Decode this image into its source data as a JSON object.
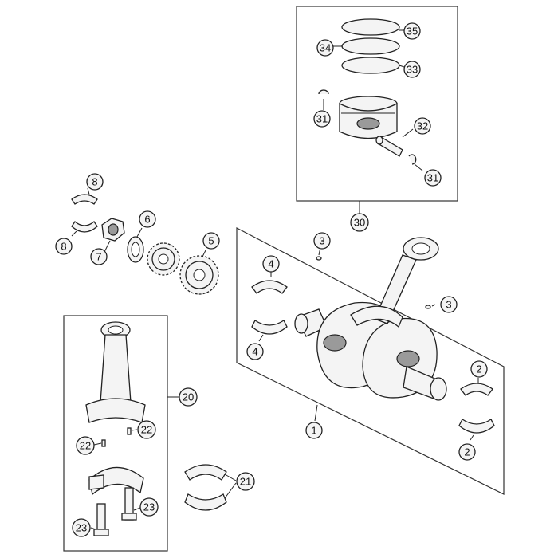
{
  "callouts": {
    "c1": "1",
    "c2a": "2",
    "c2b": "2",
    "c3a": "3",
    "c3b": "3",
    "c4a": "4",
    "c4b": "4",
    "c5": "5",
    "c6": "6",
    "c7": "7",
    "c8a": "8",
    "c8b": "8",
    "c20": "20",
    "c21": "21",
    "c22a": "22",
    "c22b": "22",
    "c23a": "23",
    "c23b": "23",
    "c30": "30",
    "c31a": "31",
    "c31b": "31",
    "c32": "32",
    "c33": "33",
    "c34": "34",
    "c35": "35"
  },
  "colors": {
    "line": "#222222",
    "background": "#ffffff",
    "part_fill": "#f4f4f4",
    "shaded_fill": "#9a9a9a"
  }
}
